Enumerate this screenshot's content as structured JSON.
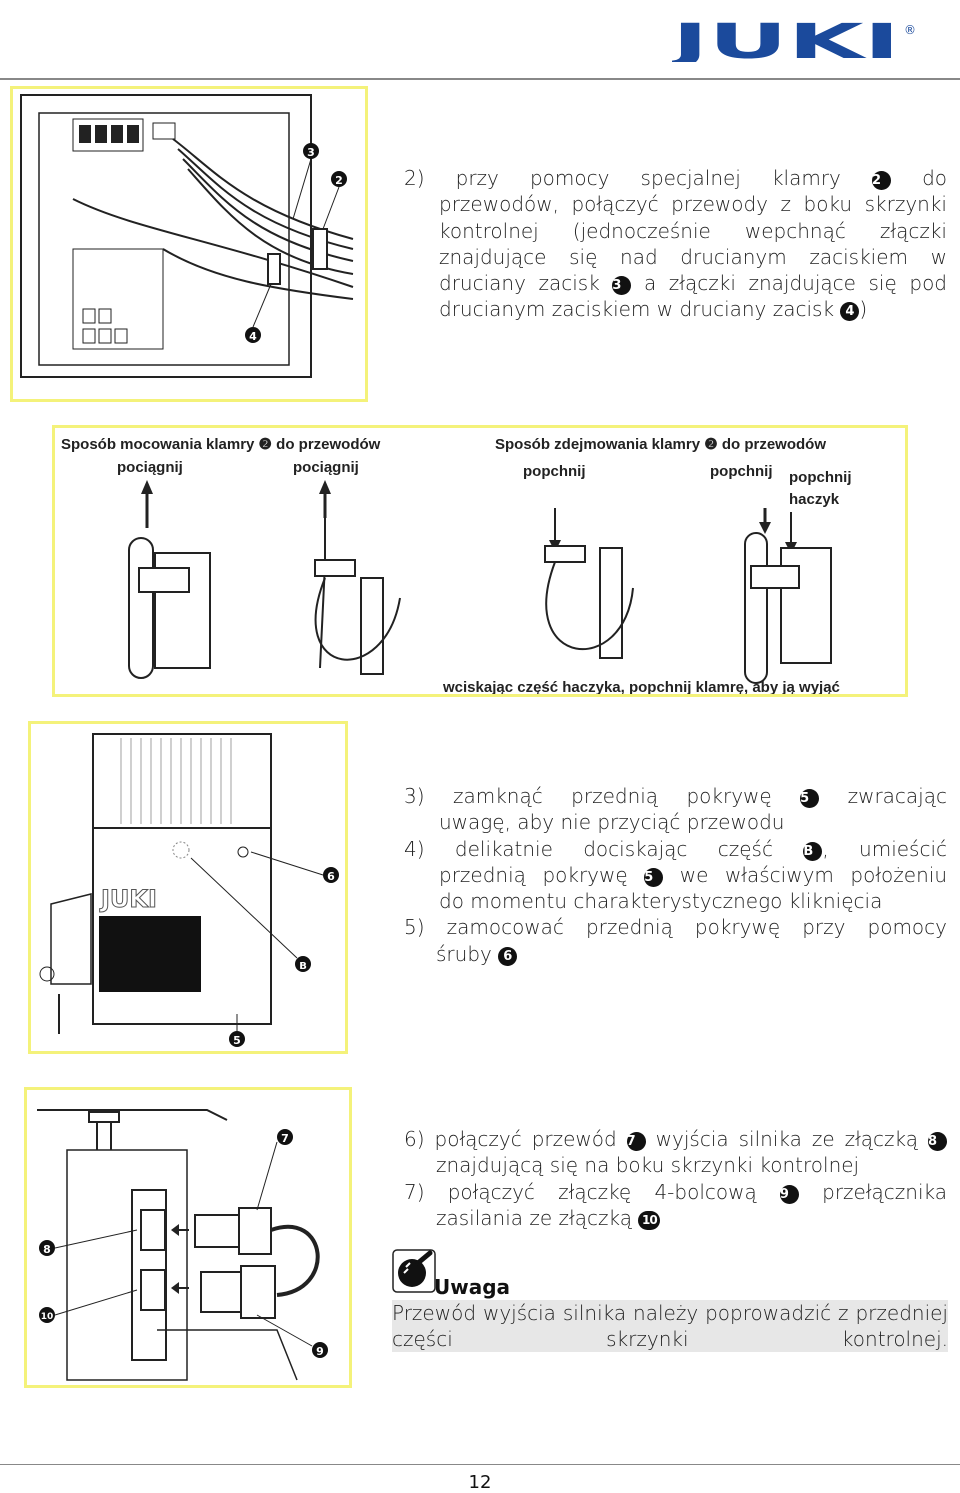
{
  "brand": {
    "logo_text": "JUKI",
    "registered": "®",
    "color": "#1b4a9c"
  },
  "section2": {
    "num": "2)",
    "t1": "przy pomocy specjalnej klamry ",
    "c2": "2",
    "t2": " do",
    "lines": [
      "przewodów, połączyć przewody z boku skrzynki",
      "kontrolnej (jednocześnie wepchnąć złączki",
      "znajdujące się nad drucianym zaciskiem w"
    ],
    "l5a": "druciany zacisk ",
    "c3": "3",
    "l5b": " a złączki znajdujące się pod",
    "l6a": "drucianym zaciskiem w druciany zacisk ",
    "c4": "4",
    "l6b": ")"
  },
  "figure1": {
    "callouts": [
      "3",
      "2",
      "4"
    ]
  },
  "figure2": {
    "heading_left": "Sposób mocowania klamry ❷ do przewodów",
    "heading_right": "Sposób zdejmowania klamry ❷ do przewodów",
    "pull1": "pociągnij",
    "pull2": "pociągnij",
    "push1": "popchnij",
    "push2": "popchnij",
    "push3": "popchnij",
    "hook": "haczyk",
    "caption": "wciskając część haczyka, popchnij klamrę, aby ją wyjąć"
  },
  "figure3": {
    "callouts": [
      "6",
      "B",
      "5"
    ]
  },
  "section3": {
    "i3_num": "3)",
    "i3_a": "zamknąć przednią pokrywę ",
    "i3_c": "5",
    "i3_b": " zwracając",
    "i3_l2": "uwagę, aby nie przyciąć przewodu",
    "i4_num": "4)",
    "i4_a": "delikatnie dociskając część ",
    "i4_c": "B",
    "i4_b": ", umieścić",
    "i4_l2a": "przednią pokrywę ",
    "i4_l2c": "5",
    "i4_l2b": " we właściwym położeniu",
    "i4_l3": "do momentu charakterystycznego kliknięcia",
    "i5_num": "5)",
    "i5_a": "zamocować przednią pokrywę przy pomocy",
    "i5_l2": "śruby ",
    "i5_c": "6"
  },
  "figure4": {
    "callouts": [
      "7",
      "8",
      "10",
      "9"
    ]
  },
  "section4": {
    "i6_num": "6)",
    "i6_a": "połączyć przewód ",
    "i6_c1": "7",
    "i6_b": " wyjścia silnika ze złączką ",
    "i6_c2": "8",
    "i6_l2": "znajdującą się na boku skrzynki kontrolnej",
    "i7_num": "7)",
    "i7_a": "połączyć złączkę 4-bolcową ",
    "i7_c": "9",
    "i7_b": " przełącznika",
    "i7_l2": "zasilania ze złączką ",
    "i7_c2": "10"
  },
  "note": {
    "icon": "hand-pointing-icon",
    "title": "Uwaga",
    "text": "Przewód wyjścia silnika należy poprowadzić z przedniej części skrzynki kontrolnej."
  },
  "page_number": "12"
}
